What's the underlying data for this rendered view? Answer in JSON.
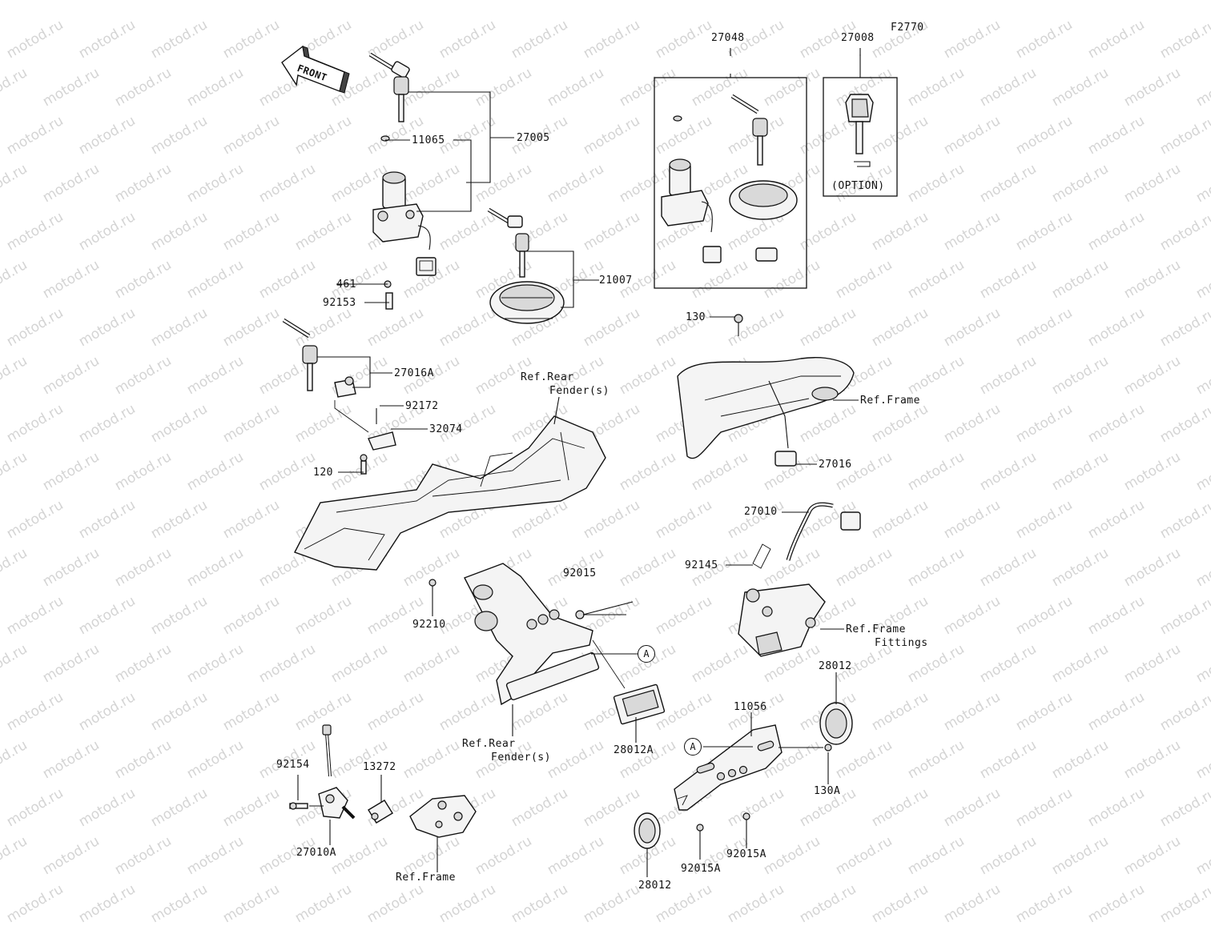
{
  "diagram_code": "F2770",
  "direction_arrow": "FRONT",
  "watermark": "motod.ru",
  "callout_letter": "A",
  "labels": {
    "p27048": "27048",
    "p27008": "27008",
    "p27005": "27005",
    "p11065": "11065",
    "p461": "461",
    "p92153": "92153",
    "p21007": "21007",
    "option": "(OPTION)",
    "p130": "130",
    "ref_frame_1": "Ref.Frame",
    "p27016A": "27016A",
    "ref_rear_fender_1a": "Ref.Rear",
    "ref_rear_fender_1b": "Fender(s)",
    "p92172": "92172",
    "p32074": "32074",
    "p120": "120",
    "p27016": "27016",
    "p27010": "27010",
    "p92145": "92145",
    "ref_frame_fittings_a": "Ref.Frame",
    "ref_frame_fittings_b": "Fittings",
    "p92015": "92015",
    "p92210": "92210",
    "p28012_top": "28012",
    "p11056": "11056",
    "ref_rear_fender_2a": "Ref.Rear",
    "ref_rear_fender_2b": "Fender(s)",
    "p28012A": "28012A",
    "p130A": "130A",
    "p92154": "92154",
    "p13272": "13272",
    "p27010A": "27010A",
    "ref_frame_3": "Ref.Frame",
    "p92015A_left": "92015A",
    "p92015A_right": "92015A",
    "p28012_bottom": "28012"
  }
}
